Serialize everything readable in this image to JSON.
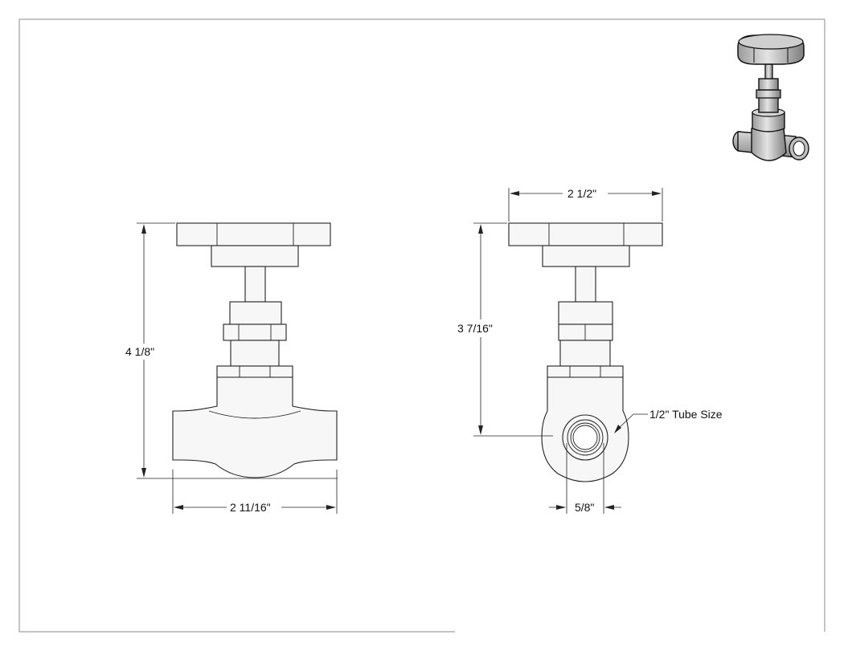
{
  "dimensions": {
    "front_height": "4 1/8\"",
    "front_width": "2 11/16\"",
    "side_height": "3 7/16\"",
    "side_handle_width": "2 1/2\"",
    "side_port": "5/8\"",
    "tube_size": "1/2\" Tube Size"
  },
  "icons": {
    "iso_view": "valve-isometric-icon"
  }
}
